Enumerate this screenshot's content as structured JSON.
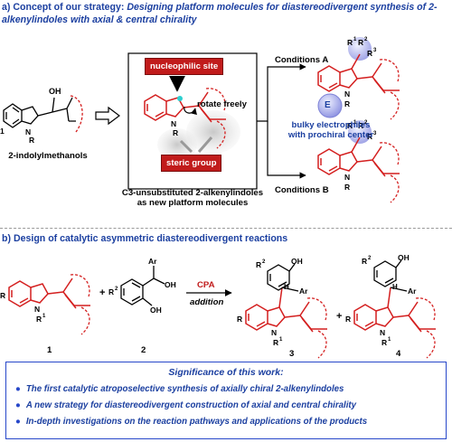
{
  "section_a": {
    "title_prefix": "a) Concept of our strategy: ",
    "title_emph": "Designing platform molecules for diastereodivergent synthesis of 2-alkenylindoles with axial & central chirality",
    "left_label": "2-indolylmethanols",
    "nucleophilic_label": "nucleophilic site",
    "rotate_label": "rotate freely",
    "steric_label": "steric group",
    "box_caption_1": "C3-unsubstituted 2-alkenylindoles",
    "box_caption_2": "as new platform molecules",
    "conditions_a": "Conditions A",
    "conditions_b": "Conditions B",
    "electrophile_symbol": "E",
    "electrophile_caption_1": "bulky electrophiles",
    "electrophile_caption_2": "with prochiral center"
  },
  "section_b": {
    "title": "b) Design of catalytic asymmetric diastereodivergent reactions",
    "catalyst": "CPA",
    "reaction_type": "addition",
    "compounds": [
      "1",
      "2",
      "3",
      "4"
    ],
    "plus": "+"
  },
  "significance": {
    "title": "Significance of this work:",
    "items": [
      "The first catalytic atroposelective synthesis of axially chiral 2-alkenylindoles",
      "A new strategy for diastereodivergent construction of axial and central chirality",
      "In-depth investigations on the reaction pathways and applications of the products"
    ]
  },
  "colors": {
    "accent_blue": "#1b3fa0",
    "bond_red": "#d41f1f",
    "box_blue": "#2747c9",
    "steric_red": "#c11b1b"
  }
}
